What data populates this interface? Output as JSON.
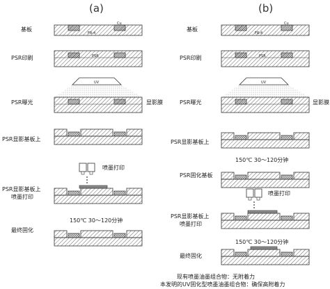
{
  "panels": {
    "a": {
      "heading": "(a)"
    },
    "b": {
      "heading": "(b)"
    }
  },
  "stage_labels": {
    "substrate": "基板",
    "psr_print": "PSR印刷",
    "psr_expose": "PSR曝光",
    "psr_develop": "PSR显影基板上",
    "psr_cure_substrate": "PSR固化基板",
    "psr_jet_line1": "PSR显影基板上",
    "psr_jet_line2": "喷墨打印",
    "final_cure": "最终固化"
  },
  "annotations": {
    "cu": "Cu",
    "fr4": "FR-4",
    "psr": "PSR",
    "uv": "UV",
    "develop_film": "显影膜",
    "inkjet_print": "喷墨打印",
    "cure_condition": "150℃  30～120分钟"
  },
  "footnote": {
    "line1": "现有喷墨油墨组合物：无附着力",
    "line2": "本发明的UV固化型喷墨油墨组合物：确保高附着力"
  },
  "colors": {
    "line": "#333333",
    "hatch": "#666666",
    "copper_grid": "#555555",
    "ink": "#8a8a8a",
    "exposure_dots": "#9a9a9a"
  }
}
